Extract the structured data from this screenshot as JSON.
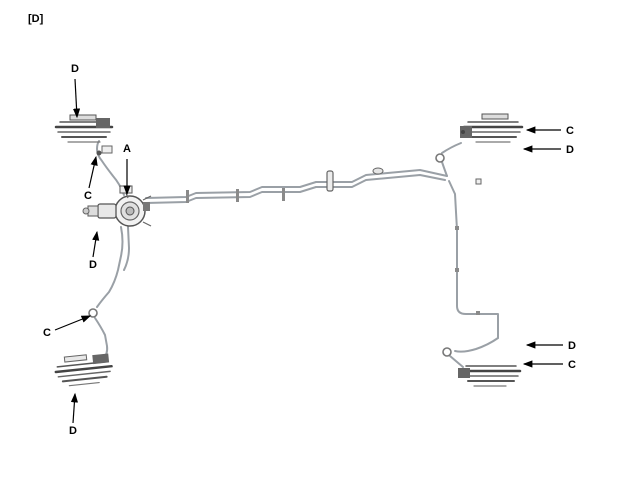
{
  "page": {
    "corner_tag": "[D]",
    "background": "#ffffff"
  },
  "colors": {
    "pipe": "#9aa0a6",
    "component_dark": "#4d4d4d",
    "component_mid": "#777777",
    "label": "#000000"
  },
  "labels": {
    "top_left_d": "D",
    "left_hose_c": "C",
    "master_cylinder_a": "A",
    "left_mid_d": "D",
    "lower_left_hose_c": "C",
    "bottom_left_d": "D",
    "top_right_c": "C",
    "top_right_d": "D",
    "bottom_right_d": "D",
    "bottom_right_c": "C"
  }
}
